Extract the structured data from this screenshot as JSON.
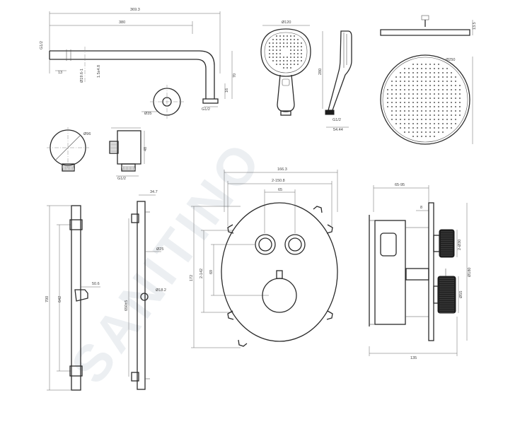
{
  "watermark": {
    "text": "SANITINO",
    "color": "#c9d3dc"
  },
  "colors": {
    "line": "#2a2a2a",
    "dimension": "#666666",
    "background": "#ffffff"
  },
  "views": {
    "wall_arm": {
      "d1": "369.3",
      "d2": "380",
      "d3": "G1/2",
      "d4": "13",
      "d5": "Ø19.6-1",
      "d6": "1.5x4.8",
      "d7": "70",
      "d8": "16",
      "d9": "G1/2",
      "d10": "Ø35"
    },
    "hand_shower": {
      "d1": "Ø120"
    },
    "hand_shower_side": {
      "d1": "280",
      "d2": "G1/2",
      "d3": "54.44"
    },
    "head_shower": {
      "d1": "Ø250",
      "d2": "13.5"
    },
    "wall_outlet": {
      "d1": "Ø96",
      "d2": "48",
      "d3": "G1/2"
    },
    "rail_front": {
      "d1": "700",
      "d2": "642",
      "d3": "50.6"
    },
    "rail_side": {
      "d1": "34.7",
      "d2": "Ø25",
      "d3": "650±5",
      "d4": "Ø18.2"
    },
    "mixer_front": {
      "d1": "166.3",
      "d2": "2-150.8",
      "d3": "65",
      "d4": "172",
      "d5": "2-142",
      "d6": "69"
    },
    "mixer_side": {
      "d1": "65-95",
      "d2": "8",
      "d3": "2-Ø30",
      "d4": "Ø55",
      "d5": "Ø180",
      "d6": "135"
    }
  }
}
